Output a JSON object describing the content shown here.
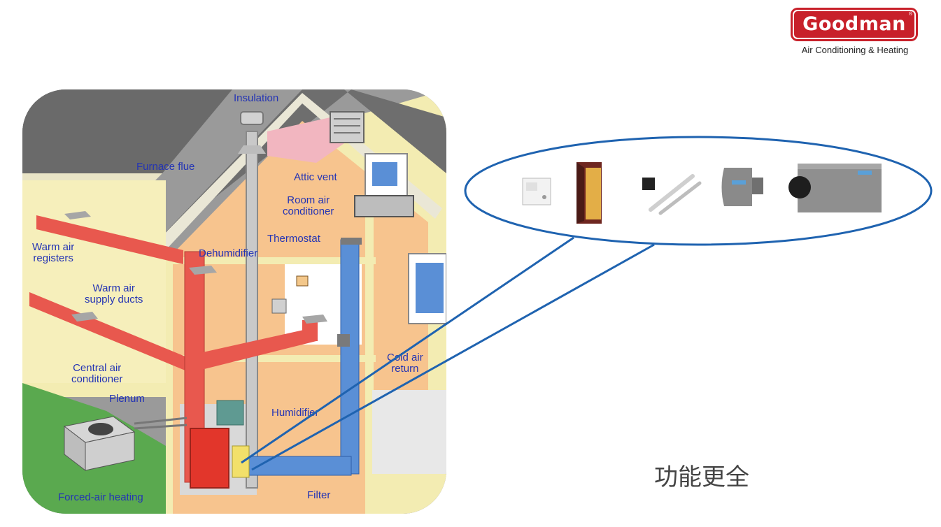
{
  "brand": {
    "name": "Goodman",
    "tagline": "Air Conditioning & Heating",
    "color": "#c8202a"
  },
  "diagram": {
    "labels": {
      "insulation": "Insulation",
      "furnace_flue": "Furnace flue",
      "attic_vent": "Attic vent",
      "room_ac": "Room air\nconditioner",
      "thermostat": "Thermostat",
      "dehumidifier": "Dehumidifier",
      "warm_air_registers": "Warm air\nregisters",
      "warm_air_supply_ducts": "Warm air\nsupply ducts",
      "central_ac": "Central air\nconditioner",
      "plenum": "Plenum",
      "humidifier": "Humidifier",
      "cold_air_return": "Cold air\nreturn",
      "forced_air_heating": "Forced-air heating",
      "filter": "Filter"
    },
    "colors": {
      "label_text": "#2434b4",
      "supply_duct": "#e8584e",
      "return_duct": "#5a8fd6",
      "wall": "#f6f0b8",
      "interior": "#f7c48e",
      "roof": "#6e6e6e",
      "callout_line": "#1f63b0"
    }
  },
  "callout": {
    "products": [
      {
        "name": "thermostat",
        "icon": "thermostat-icon"
      },
      {
        "name": "air cleaner",
        "icon": "air-cleaner-icon"
      },
      {
        "name": "uv lamp",
        "icon": "uv-lamp-icon"
      },
      {
        "name": "humidifier",
        "icon": "humidifier-icon"
      },
      {
        "name": "dehumidifier",
        "icon": "dehumidifier-icon"
      }
    ]
  },
  "slide": {
    "caption": "功能更全"
  }
}
